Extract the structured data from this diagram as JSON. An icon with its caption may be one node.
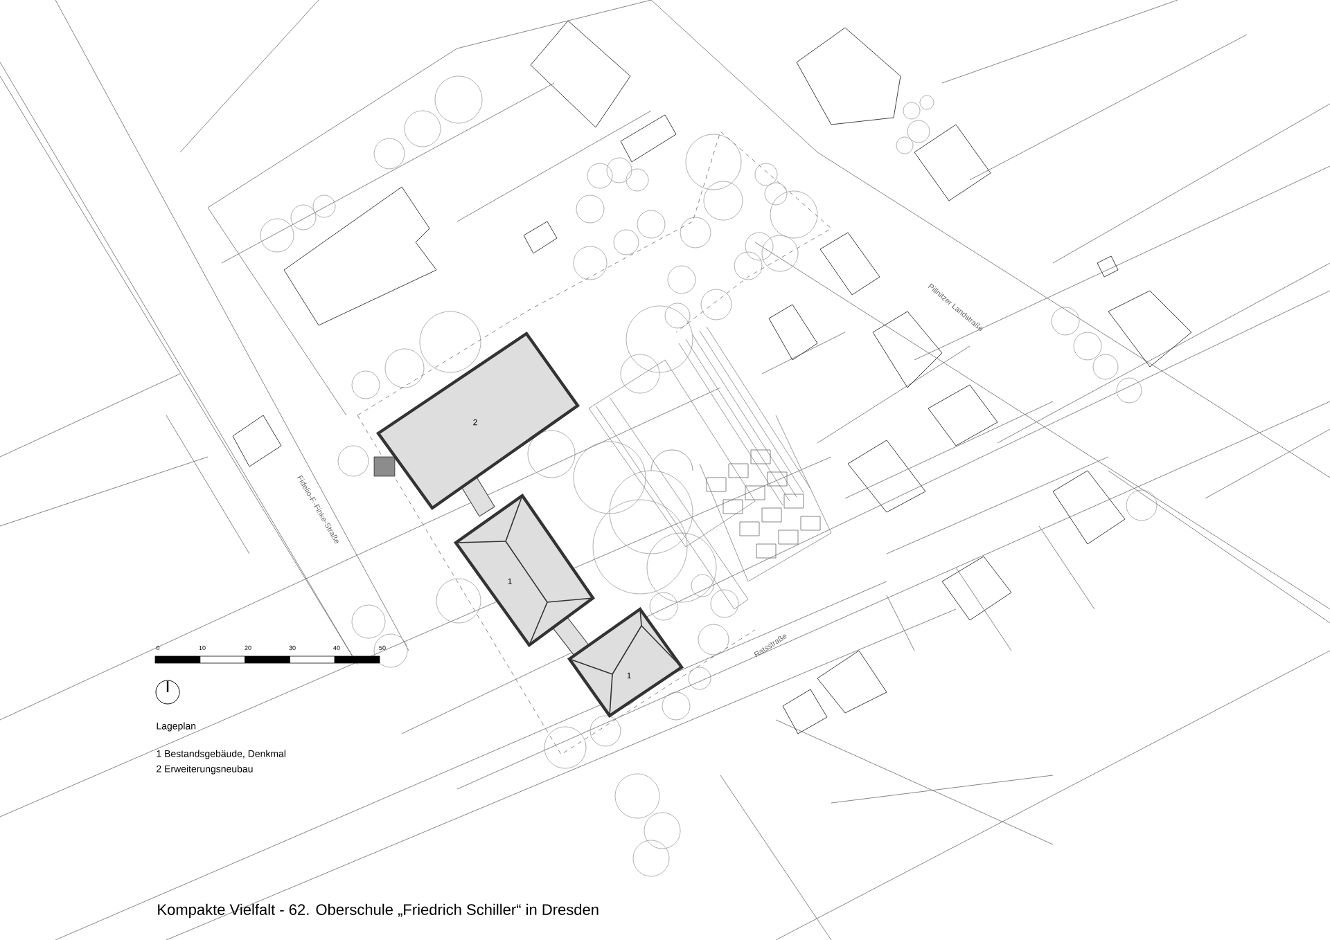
{
  "diagram": {
    "title": "Kompakte Vielfalt - 62. Oberschule „Friedrich Schiller“ in Dresden",
    "nodes": [
      {
        "text": [
          "2"
        ]
      },
      {
        "text": [
          "1"
        ]
      },
      {
        "text": [
          "1"
        ]
      }
    ],
    "labels": [
      "0",
      "10",
      "20",
      "30",
      "40",
      "50",
      "Lageplan",
      "1 Bestandsgebäude, Denkmal",
      "2 Erweiterungsneubau",
      "Fidelio-F.-Finke-Straße",
      "Pillnitzer Landstraße",
      "Ratsstraße"
    ]
  }
}
